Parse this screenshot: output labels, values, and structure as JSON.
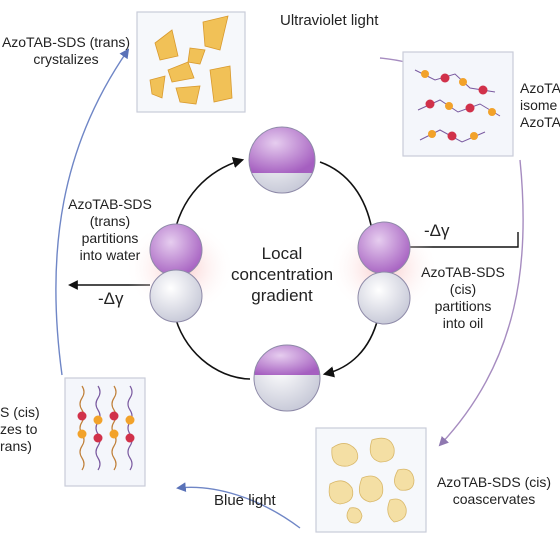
{
  "labels": {
    "top_left_line1": "AzoTAB-SDS (trans)",
    "top_left_line2": "crystalizes",
    "uv_light": "Ultraviolet light",
    "top_right_line1": "AzoTAB",
    "top_right_line2": "isome",
    "top_right_line3": "AzoTA",
    "left_line1": "AzoTAB-SDS",
    "left_line2": "(trans)",
    "left_line3": "partitions",
    "left_line4": "into water",
    "left_delta": "-Δγ",
    "center_line1": "Local",
    "center_line2": "concentration",
    "center_line3": "gradient",
    "right_delta": "-Δγ",
    "right_line1": "AzoTAB-SDS",
    "right_line2": "(cis)",
    "right_line3": "partitions",
    "right_line4": "into oil",
    "bottom_left_line1": "S (cis)",
    "bottom_left_line2": "zes to",
    "bottom_left_line3": "rans)",
    "bottom_right_line1": "AzoTAB-SDS (cis)",
    "bottom_right_line2": "coascervates",
    "blue_light": "Blue light"
  },
  "colors": {
    "purple": "#b978cc",
    "purple_light": "#e2c6ec",
    "grey_drop": "#dfe0ea",
    "crystal": "#f1c157",
    "coacervate": "#f4dfa4",
    "uv_arrow": "#a68cc0",
    "blue_arrow": "#6f86c6",
    "chain_red": "#d1314a",
    "chain_orange": "#f2a22a"
  }
}
